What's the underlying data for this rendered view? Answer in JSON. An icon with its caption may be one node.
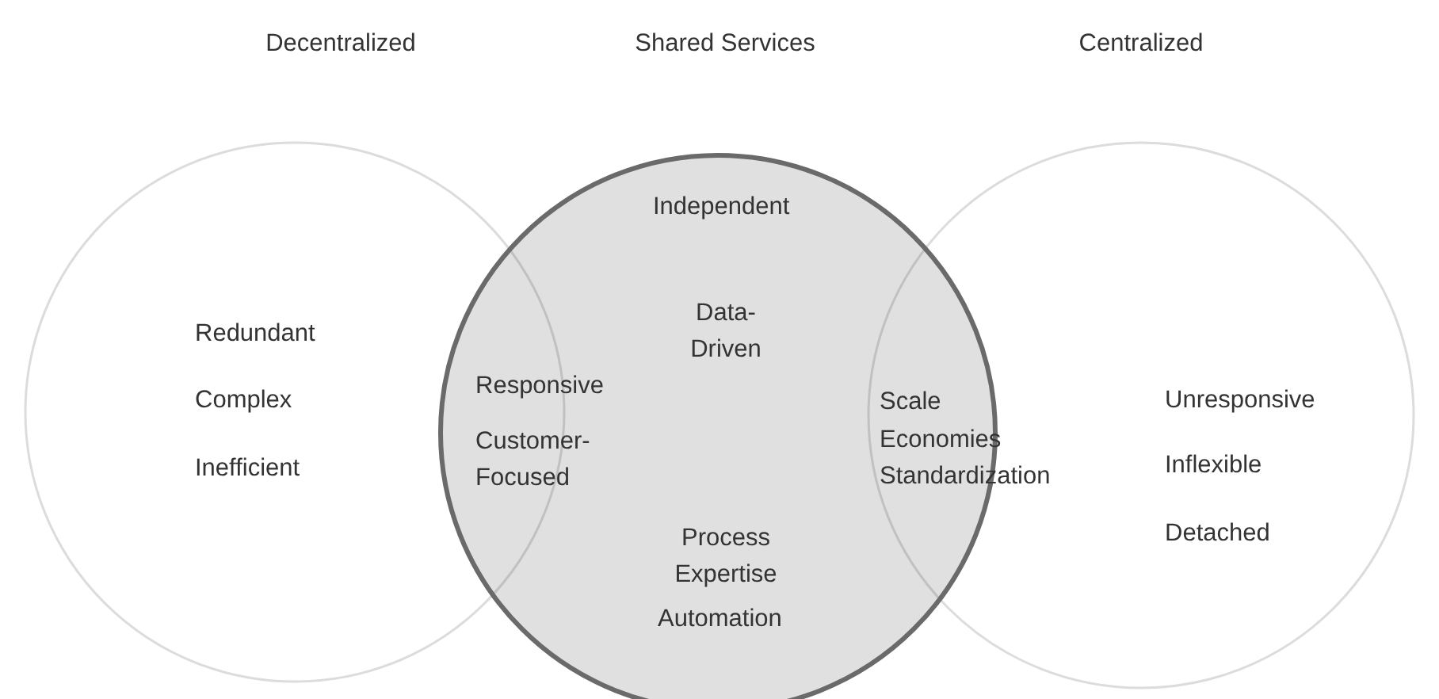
{
  "diagram": {
    "nodes": [
      {
        "text": [
          "Decentralized",
          "Redundant",
          "Complex",
          "Inefficient"
        ]
      },
      {
        "text": [
          "Shared Services",
          "Independent",
          "Data-Driven",
          "Process Expertise",
          "Automation"
        ]
      },
      {
        "text": [
          "Centralized",
          "Unresponsive",
          "Inflexible",
          "Detached"
        ]
      }
    ],
    "labels": [
      "Responsive",
      "Customer-Focused",
      "Scale",
      "Economies",
      "Standardization"
    ]
  }
}
